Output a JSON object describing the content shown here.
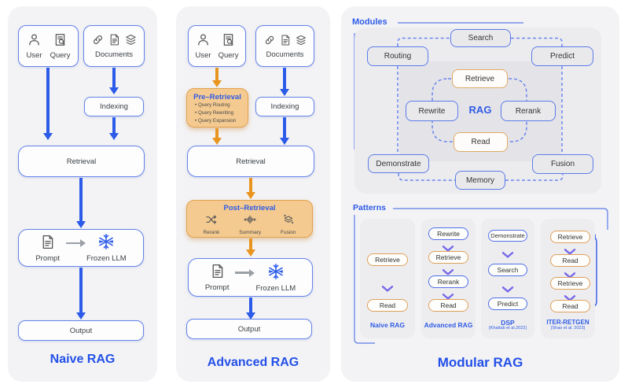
{
  "colors": {
    "accent_blue": "#2B5BE8",
    "border_blue": "#6483EA",
    "accent_orange": "#E8951F",
    "border_orange": "#E2A14F",
    "chevron_purple": "#7365EA",
    "panel_gray": "#F3F3F5"
  },
  "icons": {
    "user": "person-icon",
    "query": "query-document-icon",
    "documents": "link-icon, document-icon, layers-icon",
    "prompt": "document-icon",
    "frozen_llm": "snowflake-icon",
    "rerank": "shuffle-icon",
    "summary": "compress-waveform-icon",
    "fusion": "layers-sparkle-icon"
  },
  "naive": {
    "title": "Naive RAG",
    "user": "User",
    "query": "Query",
    "documents": "Documents",
    "indexing": "Indexing",
    "retrieval": "Retrieval",
    "prompt": "Prompt",
    "frozen_llm": "Frozen LLM",
    "output": "Output"
  },
  "advanced": {
    "title": "Advanced RAG",
    "user": "User",
    "query": "Query",
    "documents": "Documents",
    "indexing": "Indexing",
    "retrieval": "Retrieval",
    "pre_retrieval": {
      "title": "Pre–Retrieval",
      "bullets": [
        "Query Routing",
        "Query Rewriting",
        "Query Expansion"
      ]
    },
    "post_retrieval": {
      "title": "Post–Retrieval",
      "items": [
        {
          "label": "Rerank"
        },
        {
          "label": "Summary"
        },
        {
          "label": "Fusion"
        }
      ]
    },
    "prompt": "Prompt",
    "frozen_llm": "Frozen LLM",
    "output": "Output"
  },
  "modular": {
    "title": "Modular RAG",
    "modules_label": "Modules",
    "modules": {
      "search": "Search",
      "routing": "Routing",
      "predict": "Predict",
      "retrieve": "Retrieve",
      "rewrite": "Rewrite",
      "rag": "RAG",
      "rerank": "Rerank",
      "read": "Read",
      "demonstrate": "Demonstrate",
      "memory": "Memory",
      "fusion": "Fusion"
    },
    "patterns_label": "Patterns",
    "patterns": [
      {
        "name": "Naive RAG",
        "citation": "",
        "steps": [
          {
            "label": "Retrieve"
          },
          {
            "label": "Read"
          }
        ]
      },
      {
        "name": "Advanced RAG",
        "citation": "",
        "steps": [
          {
            "label": "Rewrite"
          },
          {
            "label": "Retrieve"
          },
          {
            "label": "Rerank"
          },
          {
            "label": "Read"
          }
        ]
      },
      {
        "name": "DSP",
        "citation": "[Khattab et al.2022]",
        "steps": [
          {
            "label": "Demonstrate"
          },
          {
            "label": "Search"
          },
          {
            "label": "Predict"
          }
        ]
      },
      {
        "name": "ITER-RETGEN",
        "citation": "[Shao et al. 2023]",
        "steps": [
          {
            "label": "Retrieve"
          },
          {
            "label": "Read"
          },
          {
            "label": "Retrieve"
          },
          {
            "label": "Read"
          }
        ]
      }
    ]
  }
}
